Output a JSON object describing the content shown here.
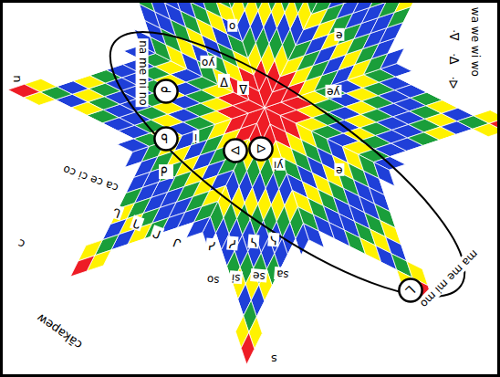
{
  "diagram": {
    "nodes": [
      {
        "text": [
          "ᓀ"
        ]
      },
      {
        "text": [
          "ᓂ"
        ]
      },
      {
        "text": [
          "ᐅ"
        ]
      },
      {
        "text": [
          "ᐊ"
        ]
      },
      {
        "text": [
          "ᒪ"
        ]
      }
    ],
    "labels": [
      "cākapew",
      "n",
      "c",
      "s",
      "na me ni no",
      "wa we wi wo",
      "ma me mi mo",
      "ca ce ci co",
      "sa",
      "se",
      "si",
      "so",
      "yo",
      "ye",
      "o",
      "e",
      "i",
      "yi",
      "e",
      "ᐁ",
      "ᐃ",
      "ᓇ",
      "ᐧᐁ",
      "ᐧᐃ",
      "ᐧᐅ",
      "ᒐ",
      "ᒉ",
      "ᒋ",
      "ᒍ",
      "ᓴ",
      "ᓭ",
      "ᓯ",
      "ᓱ"
    ]
  }
}
